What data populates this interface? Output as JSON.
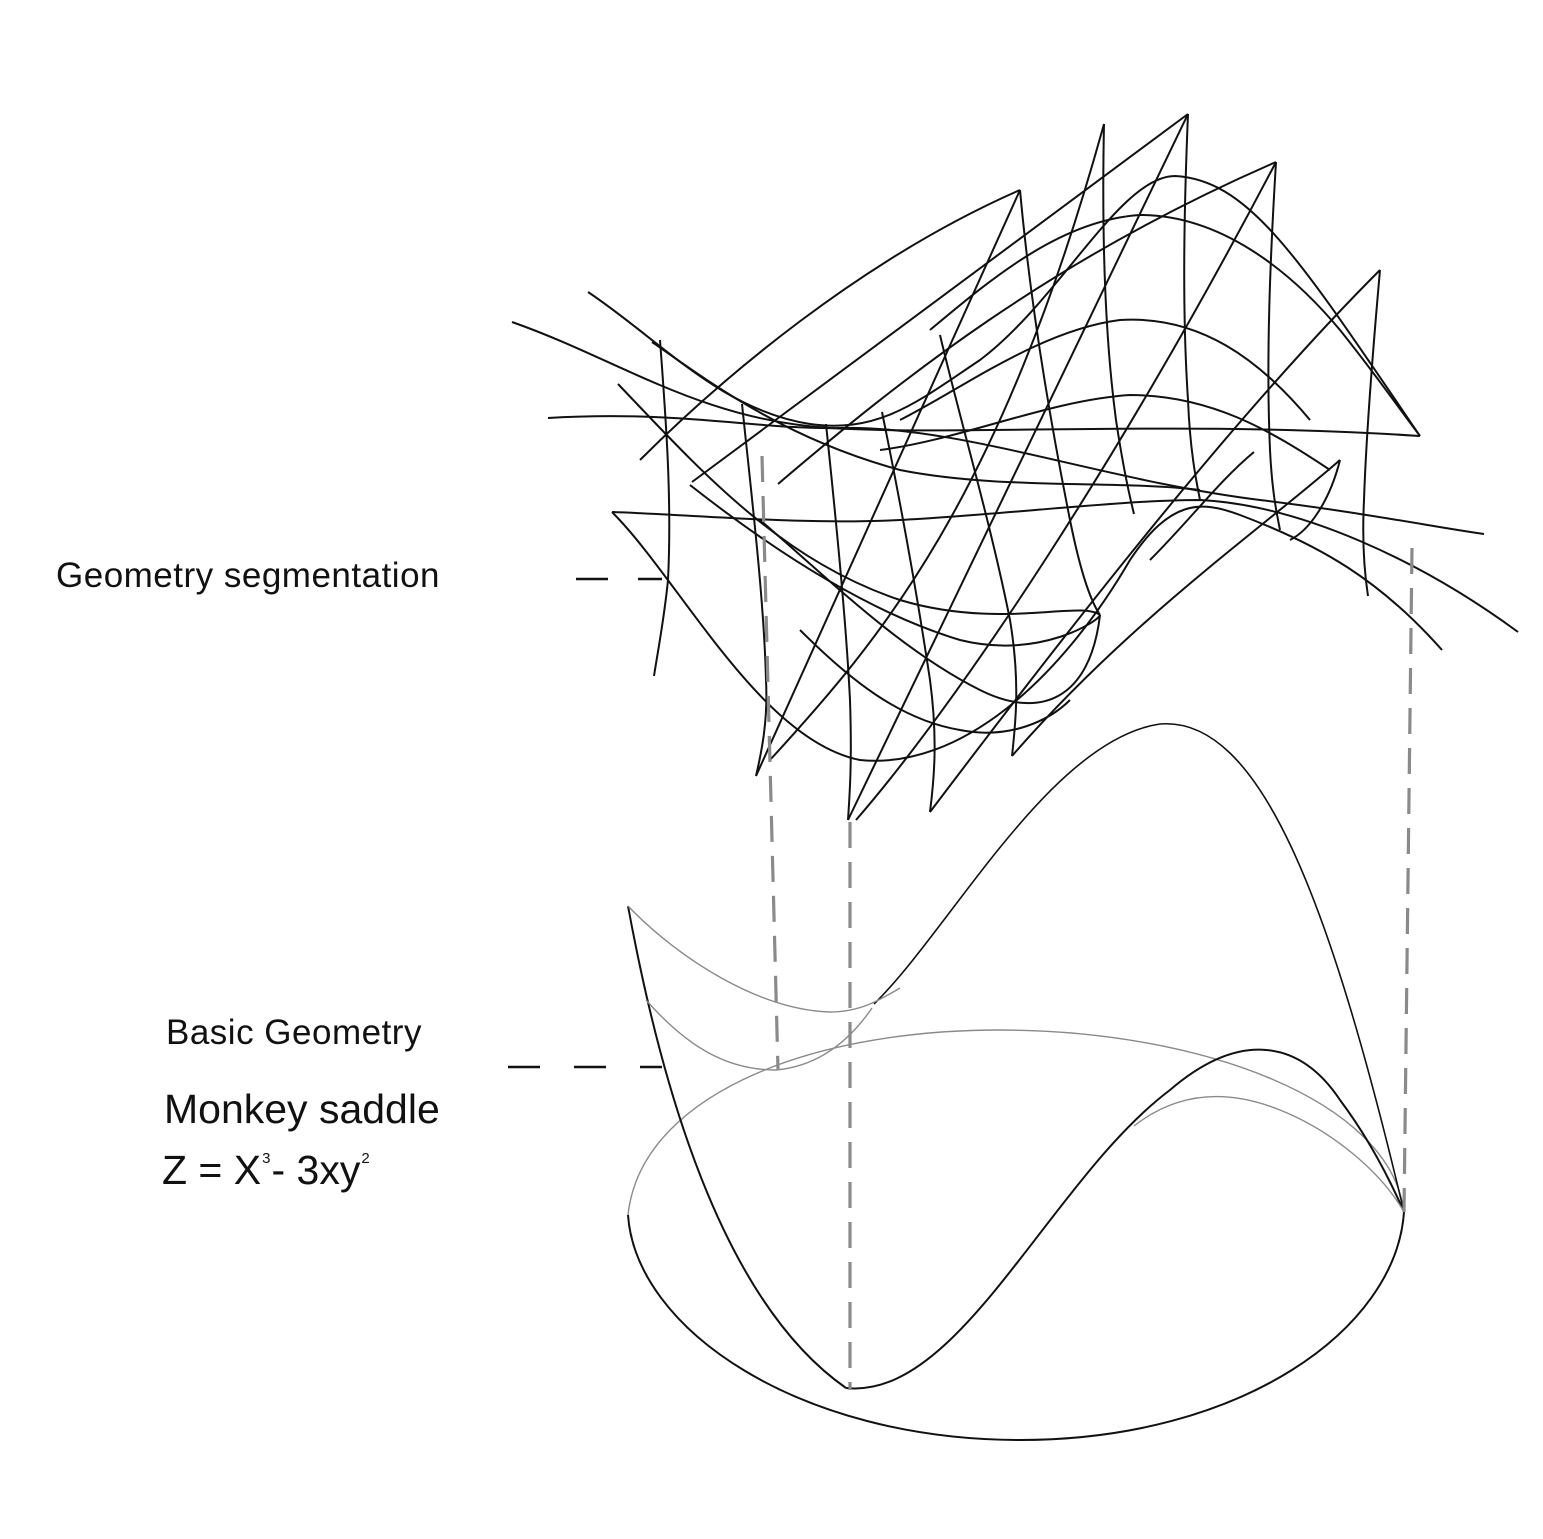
{
  "labels": {
    "segmentation": "Geometry segmentation",
    "basic_geometry": "Basic Geometry",
    "surface_name": "Monkey saddle",
    "equation": {
      "lhs": "Z = X",
      "exp1": "3",
      "mid": "- 3xy",
      "exp2": "2"
    }
  },
  "style": {
    "line_color": "#111111",
    "thin_line_color": "#8a8a8a",
    "dash_color": "#8a8a8a"
  }
}
